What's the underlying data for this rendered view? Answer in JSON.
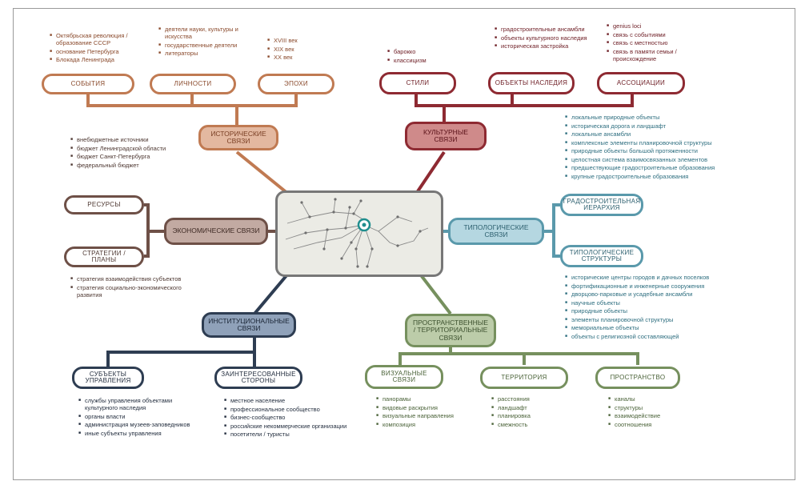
{
  "colors": {
    "hist": "#c07a52",
    "hist_fill": "#e3b8a0",
    "cult": "#8e2a32",
    "cult_fill": "#cf8a8a",
    "econ": "#6e5047",
    "econ_fill": "#c2aaa2",
    "typo": "#5a99ab",
    "typo_fill": "#b5d7e1",
    "inst": "#2e3d52",
    "inst_fill": "#8fa1b9",
    "spat": "#76905e",
    "spat_fill": "#bccca9",
    "center": "#777777",
    "hub": "#1f8e8e"
  },
  "historical": {
    "label": "ИСТОРИЧЕСКИЕ СВЯЗИ",
    "children": [
      {
        "label": "СОБЫТИЯ",
        "items": [
          "Октябрьская революция / образование СССР",
          "основание Петербурга",
          "Блокада Ленинграда"
        ]
      },
      {
        "label": "ЛИЧНОСТИ",
        "items": [
          "деятели науки, культуры и искусства",
          "государственные деятели",
          "литераторы"
        ]
      },
      {
        "label": "ЭПОХИ",
        "items": [
          "XVIII век",
          "XIX век",
          "XX век"
        ]
      }
    ]
  },
  "cultural": {
    "label": "КУЛЬТУРНЫЕ СВЯЗИ",
    "children": [
      {
        "label": "СТИЛИ",
        "items": [
          "барокко",
          "классицизм"
        ]
      },
      {
        "label": "ОБЪЕКТЫ НАСЛЕДИЯ",
        "items": [
          "градостроительные ансамбли",
          "объекты культурного наследия",
          "историческая застройка"
        ]
      },
      {
        "label": "АССОЦИАЦИИ",
        "items": [
          "genius loci",
          "связь с событиями",
          "связь с местностью",
          "связь в памяти семьи / происхождение"
        ]
      }
    ],
    "items": [
      "локальные природные объекты",
      "историческая дорога и ландшафт",
      "локальные ансамбли",
      "комплексные элементы планировочной структуры",
      "природные объекты большой протяженности",
      "целостная система взаимосвязанных элементов",
      "предшествующие градостроительные образования",
      "крупные градостроительные образования"
    ]
  },
  "economic": {
    "label": "ЭКОНОМИЧЕСКИЕ СВЯЗИ",
    "items": [
      "внебюджетные источники",
      "бюджет Ленинградской области",
      "бюджет Санкт-Петербурга",
      "федеральный бюджет"
    ],
    "children": [
      {
        "label": "РЕСУРСЫ"
      },
      {
        "label": "СТРАТЕГИИ / ПЛАНЫ",
        "items": [
          "стратегия взаимодействия субъектов",
          "стратегия социально-экономического развития"
        ]
      }
    ]
  },
  "typological": {
    "label": "ТИПОЛОГИЧЕСКИЕ СВЯЗИ",
    "children": [
      {
        "label": "ГРАДОСТРОИТЕЛЬНАЯ ИЕРАРХИЯ"
      },
      {
        "label": "ТИПОЛОГИЧЕСКИЕ СТРУКТУРЫ"
      }
    ],
    "items": [
      "исторические центры городов и дачных поселков",
      "фортификационные и инженерные сооружения",
      "дворцово-парковые и усадебные ансамбли",
      "научные объекты",
      "природные объекты",
      "элементы планировочной структуры",
      "мемориальные объекты",
      "объекты с религиозной составляющей"
    ]
  },
  "institutional": {
    "label": "ИНСТИТУЦИОНАЛЬНЫЕ СВЯЗИ",
    "children": [
      {
        "label": "СУБЪЕКТЫ УПРАВЛЕНИЯ",
        "items": [
          "службы управления объектами культурного наследия",
          "органы власти",
          "администрация музеев-заповедников",
          "иные субъекты управления"
        ]
      },
      {
        "label": "ЗАИНТЕРЕСОВАННЫЕ СТОРОНЫ",
        "items": [
          "местное население",
          "профессиональное сообщество",
          "бизнес-сообщество",
          "российские некоммерческие организации",
          "посетители / туристы"
        ]
      }
    ]
  },
  "spatial": {
    "label": "ПРОСТРАНСТВЕННЫЕ / ТЕРРИТОРИАЛЬНЫЕ СВЯЗИ",
    "children": [
      {
        "label": "ВИЗУАЛЬНЫЕ СВЯЗИ",
        "items": [
          "панорамы",
          "видовые раскрытия",
          "визуальные направления",
          "композиция"
        ]
      },
      {
        "label": "ТЕРРИТОРИЯ",
        "items": [
          "расстояния",
          "ландшафт",
          "планировка",
          "смежность"
        ]
      },
      {
        "label": "ПРОСТРАНСТВО",
        "items": [
          "каналы",
          "структуры",
          "взаимодействие",
          "соотношения"
        ]
      }
    ]
  }
}
